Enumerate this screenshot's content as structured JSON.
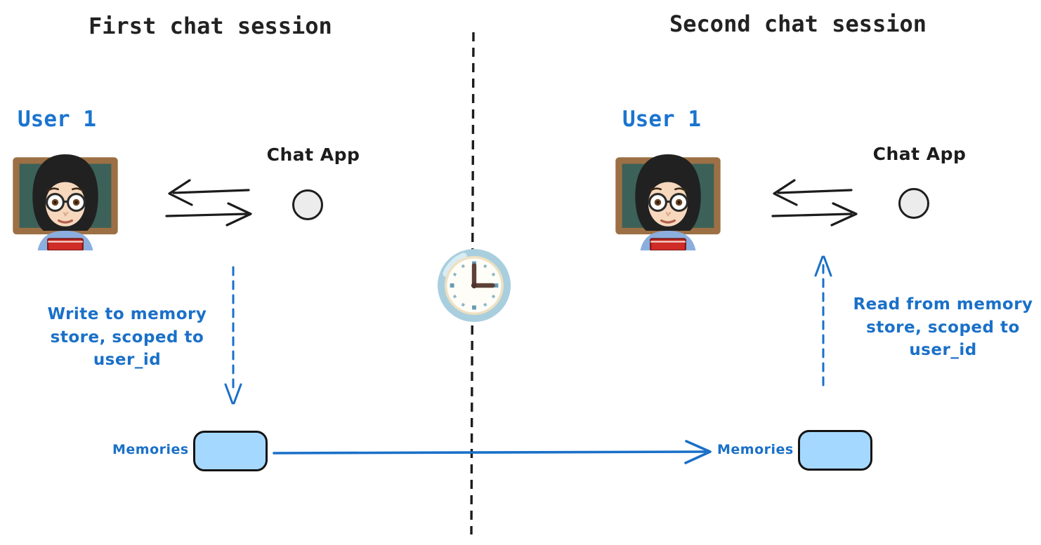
{
  "sessions": {
    "first": {
      "title": "First chat session",
      "user_label": "User 1",
      "chat_app_label": "Chat App",
      "memories_label": "Memories",
      "annotation_lines": [
        "Write to memory",
        "store, scoped to",
        "user_id"
      ]
    },
    "second": {
      "title": "Second chat session",
      "user_label": "User 1",
      "chat_app_label": "Chat App",
      "memories_label": "Memories",
      "annotation_lines": [
        "Read from memory",
        "store, scoped to",
        "user_id"
      ]
    }
  },
  "icons": {
    "user_avatar": "woman-teacher-emoji",
    "time_divider": "clock-at-three-emoji",
    "chat_app_node": "gray-circle-node"
  },
  "colors": {
    "annotation_blue": "#1a70c8",
    "user_label_blue": "#1b74cf",
    "memory_box_fill": "#a5d8ff",
    "memory_box_stroke": "#141414",
    "chat_node_fill": "#ececec",
    "divider_black": "#1c1c1c"
  }
}
